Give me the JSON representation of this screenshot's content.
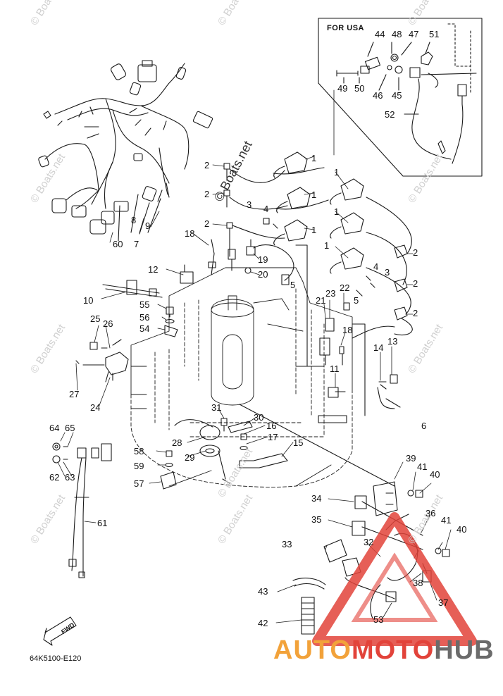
{
  "header": {
    "usa_box_title": "FOR USA"
  },
  "footer": {
    "diagram_code": "64K5100-E120",
    "fwd_label": "FWD"
  },
  "watermark": {
    "site_text": "© Boats.net",
    "credit_text": "© Boats.net"
  },
  "brand": {
    "part1": "AUTO",
    "part2": "MOTO",
    "part3": "HUB"
  },
  "colors": {
    "line": "#1a1a1a",
    "brand_orange": "#f2a23a",
    "brand_red": "#e2433a",
    "brand_gray": "#6b6b6b"
  },
  "callouts": [
    {
      "id": "c44",
      "label": "44"
    },
    {
      "id": "c48",
      "label": "48"
    },
    {
      "id": "c47",
      "label": "47"
    },
    {
      "id": "c51",
      "label": "51"
    },
    {
      "id": "c49",
      "label": "49"
    },
    {
      "id": "c50",
      "label": "50"
    },
    {
      "id": "c46",
      "label": "46"
    },
    {
      "id": "c45",
      "label": "45"
    },
    {
      "id": "c52",
      "label": "52"
    },
    {
      "id": "c1a",
      "label": "1"
    },
    {
      "id": "c1b",
      "label": "1"
    },
    {
      "id": "c1c",
      "label": "1"
    },
    {
      "id": "c1d",
      "label": "1"
    },
    {
      "id": "c1e",
      "label": "1"
    },
    {
      "id": "c1f",
      "label": "1"
    },
    {
      "id": "c2a",
      "label": "2"
    },
    {
      "id": "c2b",
      "label": "2"
    },
    {
      "id": "c2c",
      "label": "2"
    },
    {
      "id": "c2d",
      "label": "2"
    },
    {
      "id": "c2e",
      "label": "2"
    },
    {
      "id": "c2f",
      "label": "2"
    },
    {
      "id": "c3a",
      "label": "3"
    },
    {
      "id": "c3b",
      "label": "3"
    },
    {
      "id": "c4a",
      "label": "4"
    },
    {
      "id": "c4b",
      "label": "4"
    },
    {
      "id": "c5a",
      "label": "5"
    },
    {
      "id": "c5b",
      "label": "5"
    },
    {
      "id": "c8",
      "label": "8"
    },
    {
      "id": "c9",
      "label": "9"
    },
    {
      "id": "c7",
      "label": "7"
    },
    {
      "id": "c60",
      "label": "60"
    },
    {
      "id": "c18a",
      "label": "18"
    },
    {
      "id": "c19",
      "label": "19"
    },
    {
      "id": "c20",
      "label": "20"
    },
    {
      "id": "c12",
      "label": "12"
    },
    {
      "id": "c10",
      "label": "10"
    },
    {
      "id": "c55",
      "label": "55"
    },
    {
      "id": "c56",
      "label": "56"
    },
    {
      "id": "c54",
      "label": "54"
    },
    {
      "id": "c25",
      "label": "25"
    },
    {
      "id": "c26",
      "label": "26"
    },
    {
      "id": "c27",
      "label": "27"
    },
    {
      "id": "c24",
      "label": "24"
    },
    {
      "id": "c23",
      "label": "23"
    },
    {
      "id": "c22",
      "label": "22"
    },
    {
      "id": "c21",
      "label": "21"
    },
    {
      "id": "c18b",
      "label": "18"
    },
    {
      "id": "c11",
      "label": "11"
    },
    {
      "id": "c14",
      "label": "14"
    },
    {
      "id": "c13",
      "label": "13"
    },
    {
      "id": "c6",
      "label": "6"
    },
    {
      "id": "c31",
      "label": "31"
    },
    {
      "id": "c30",
      "label": "30"
    },
    {
      "id": "c16",
      "label": "16"
    },
    {
      "id": "c17",
      "label": "17"
    },
    {
      "id": "c15",
      "label": "15"
    },
    {
      "id": "c28",
      "label": "28"
    },
    {
      "id": "c29",
      "label": "29"
    },
    {
      "id": "c58",
      "label": "58"
    },
    {
      "id": "c59",
      "label": "59"
    },
    {
      "id": "c57",
      "label": "57"
    },
    {
      "id": "c64",
      "label": "64"
    },
    {
      "id": "c65",
      "label": "65"
    },
    {
      "id": "c62",
      "label": "62"
    },
    {
      "id": "c63",
      "label": "63"
    },
    {
      "id": "c61",
      "label": "61"
    },
    {
      "id": "c39",
      "label": "39"
    },
    {
      "id": "c41a",
      "label": "41"
    },
    {
      "id": "c40a",
      "label": "40"
    },
    {
      "id": "c34",
      "label": "34"
    },
    {
      "id": "c35",
      "label": "35"
    },
    {
      "id": "c36",
      "label": "36"
    },
    {
      "id": "c41b",
      "label": "41"
    },
    {
      "id": "c40b",
      "label": "40"
    },
    {
      "id": "c33",
      "label": "33"
    },
    {
      "id": "c32",
      "label": "32"
    },
    {
      "id": "c38",
      "label": "38"
    },
    {
      "id": "c37",
      "label": "37"
    },
    {
      "id": "c43",
      "label": "43"
    },
    {
      "id": "c42",
      "label": "42"
    },
    {
      "id": "c53",
      "label": "53"
    }
  ]
}
